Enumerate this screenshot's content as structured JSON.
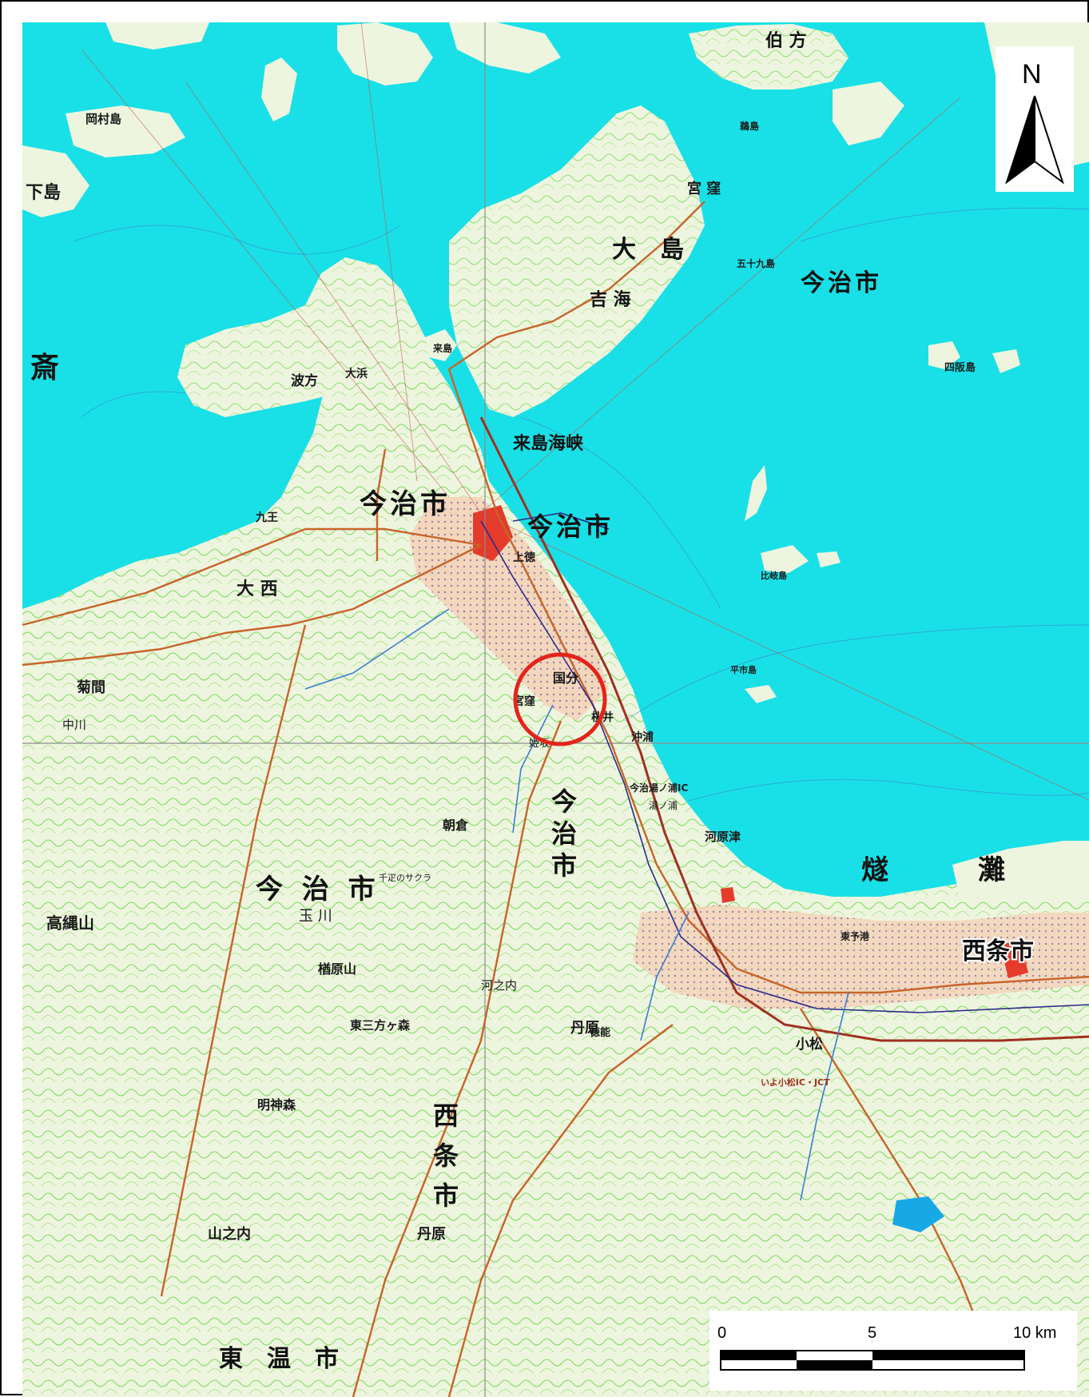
{
  "colors": {
    "sea": "#19e0e6",
    "land": "#eef5df",
    "contour": "#6cd64a",
    "road": "#c8642a",
    "urban": "#f0a070",
    "city_core": "#e53b2c",
    "marker": "#e3241b",
    "grid": "#8c8c8c"
  },
  "north_arrow": {
    "label": "N",
    "icon": "north-arrow-icon"
  },
  "scale_bar": {
    "ticks": [
      "0",
      "5",
      "10 km"
    ]
  },
  "labels": {
    "imabari_north": "今治市",
    "imabari_island": "今治市",
    "imabari_center": "今治市",
    "imabari_port": "今治市",
    "imabari_south_1": "今",
    "imabari_south_2": "治",
    "imabari_south_3": "市",
    "imabari_west": "今 治 市",
    "saijo_city": "西条市",
    "saijo_vert_1": "西",
    "saijo_vert_2": "条",
    "saijo_vert_3": "市",
    "toon_city": "東　温　市",
    "hiuchi_nada_1": "燧",
    "hiuchi_nada_2": "灘",
    "oshima": "大　島",
    "yoshiumi": "吉 海",
    "kurushima": "来島海峡",
    "hakata": "伯 方",
    "shikoku_west": "斎",
    "miyakubo": "宮 窪",
    "kinomoto": "玉 川",
    "seto_top": "下島",
    "okamura": "岡村島",
    "namikata": "波方",
    "onishi": "大 西",
    "ohama": "大浜",
    "kokubu": "国分",
    "tsukuma": "菊間",
    "takanawa": "高縄山",
    "komatsu": "小松",
    "kawaharatsu": "河原津",
    "nakagawa": "中川",
    "nyugawa": "丹原",
    "hashimoto": "楢原山",
    "kusumi": "明神森",
    "higashimitaka": "東三方ヶ森",
    "kouchi": "河之内",
    "kanmon": "朝倉",
    "sakura": "千疋のサクラ",
    "kadoya": "今治湯ノ浦IC",
    "sakurai": "桜井",
    "okiura": "沖浦",
    "tokuno": "徳能",
    "yamanouchi": "山之内",
    "shijoshi": "四阪島",
    "mushiwake": "比岐島",
    "hiraichi": "平市島",
    "gosan": "五十九島",
    "kurumi": "来島",
    "ushima": "鵜島",
    "iyoshi_ic": "いよ小松IC・JCT",
    "toyo_port": "東予港",
    "yunoura": "湯ノ浦",
    "tanbara": "丹原",
    "koukura": "九王",
    "akagi": "上徳",
    "shiroyama": "宮窪",
    "himetsuru": "姫坂"
  }
}
